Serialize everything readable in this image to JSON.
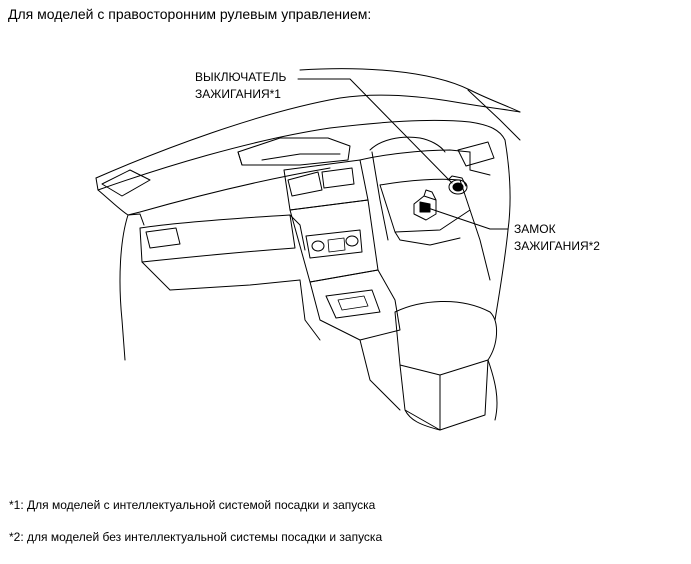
{
  "heading": "Для моделей с правосторонним рулевым управлением:",
  "labels": {
    "switch_line1": "ВЫКЛЮЧАТЕЛЬ",
    "switch_line2": "ЗАЖИГАНИЯ*1",
    "lock_line1": "ЗАМОК",
    "lock_line2": "ЗАЖИГАНИЯ*2"
  },
  "notes": {
    "note1": "*1: Для моделей с интеллектуальной системой посадки и запуска",
    "note2": "*2: для моделей без интеллектуальной системы посадки и запуска"
  }
}
